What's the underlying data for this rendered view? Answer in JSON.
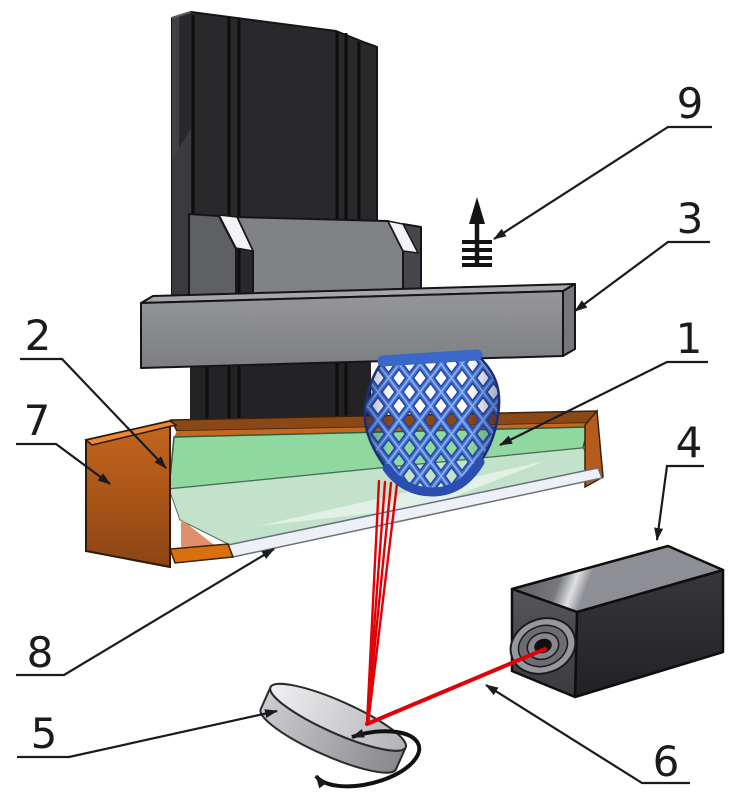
{
  "figure": {
    "background_color": "#ffffff",
    "labels": [
      {
        "number": "1"
      },
      {
        "number": "2"
      },
      {
        "number": "3"
      },
      {
        "number": "4"
      },
      {
        "number": "5"
      },
      {
        "number": "6"
      },
      {
        "number": "7"
      },
      {
        "number": "8"
      },
      {
        "number": "9"
      }
    ],
    "colors": {
      "tower_dark": "#29292c",
      "carriage_gray": "#818285",
      "platform_gray": "#939497",
      "part_blue": "#4472d4",
      "resin_green": "#8fd8a0",
      "resin_section_green": "#c2e2cb",
      "vat_orange": "#b55c1d",
      "glass_white": "#eef0f7",
      "laser_body_dark": "#37383c",
      "beam_red": "#e00008",
      "mirror_gray": "#cfcfd3",
      "annotation_black": "#1b1b1d"
    }
  }
}
